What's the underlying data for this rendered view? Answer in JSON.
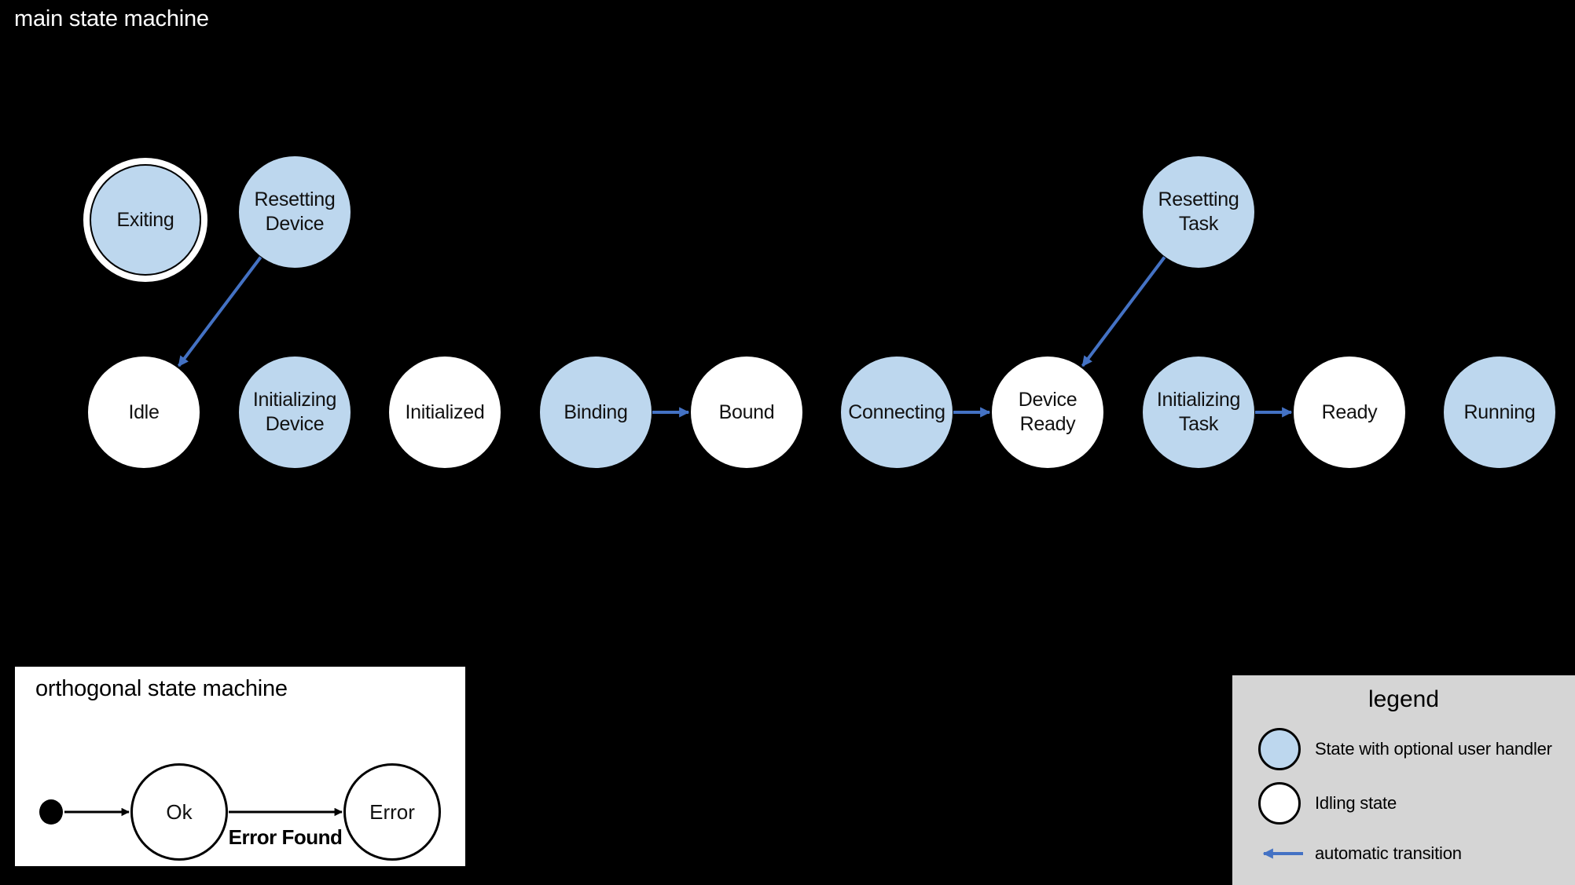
{
  "colors": {
    "background": "#000000",
    "handler_state_fill": "#BDD7EE",
    "idle_state_fill": "#FFFFFF",
    "transition_arrow": "#4472C4",
    "legend_background": "#D5D5D5",
    "title_text": "#FFFFFF",
    "label_text": "#111111"
  },
  "main_machine": {
    "title": "main state machine",
    "states": [
      {
        "id": "exiting",
        "lines": [
          "Exiting"
        ],
        "kind": "handler",
        "final": true
      },
      {
        "id": "resetting_device",
        "lines": [
          "Resetting",
          "Device"
        ],
        "kind": "handler"
      },
      {
        "id": "resetting_task",
        "lines": [
          "Resetting",
          "Task"
        ],
        "kind": "handler"
      },
      {
        "id": "idle",
        "lines": [
          "Idle"
        ],
        "kind": "idle"
      },
      {
        "id": "initializing_device",
        "lines": [
          "Initializing",
          "Device"
        ],
        "kind": "handler"
      },
      {
        "id": "initialized",
        "lines": [
          "Initialized"
        ],
        "kind": "idle"
      },
      {
        "id": "binding",
        "lines": [
          "Binding"
        ],
        "kind": "handler"
      },
      {
        "id": "bound",
        "lines": [
          "Bound"
        ],
        "kind": "idle"
      },
      {
        "id": "connecting",
        "lines": [
          "Connecting"
        ],
        "kind": "handler"
      },
      {
        "id": "device_ready",
        "lines": [
          "Device",
          "Ready"
        ],
        "kind": "idle"
      },
      {
        "id": "initializing_task",
        "lines": [
          "Initializing",
          "Task"
        ],
        "kind": "handler"
      },
      {
        "id": "ready",
        "lines": [
          "Ready"
        ],
        "kind": "idle"
      },
      {
        "id": "running",
        "lines": [
          "Running"
        ],
        "kind": "handler"
      }
    ],
    "transitions": [
      {
        "from": "resetting_device",
        "to": "idle"
      },
      {
        "from": "binding",
        "to": "bound"
      },
      {
        "from": "connecting",
        "to": "device_ready"
      },
      {
        "from": "resetting_task",
        "to": "device_ready"
      },
      {
        "from": "initializing_task",
        "to": "ready"
      }
    ]
  },
  "orthogonal_machine": {
    "title": "orthogonal state machine",
    "states": [
      {
        "id": "ok",
        "lines": [
          "Ok"
        ]
      },
      {
        "id": "error",
        "lines": [
          "Error"
        ]
      }
    ],
    "transition_label": "Error Found"
  },
  "legend": {
    "title": "legend",
    "items": [
      {
        "icon": "handler-state-swatch",
        "label": "State with optional user handler"
      },
      {
        "icon": "idling-state-swatch",
        "label": "Idling state"
      },
      {
        "icon": "automatic-transition-arrow",
        "label": "automatic transition"
      }
    ]
  }
}
